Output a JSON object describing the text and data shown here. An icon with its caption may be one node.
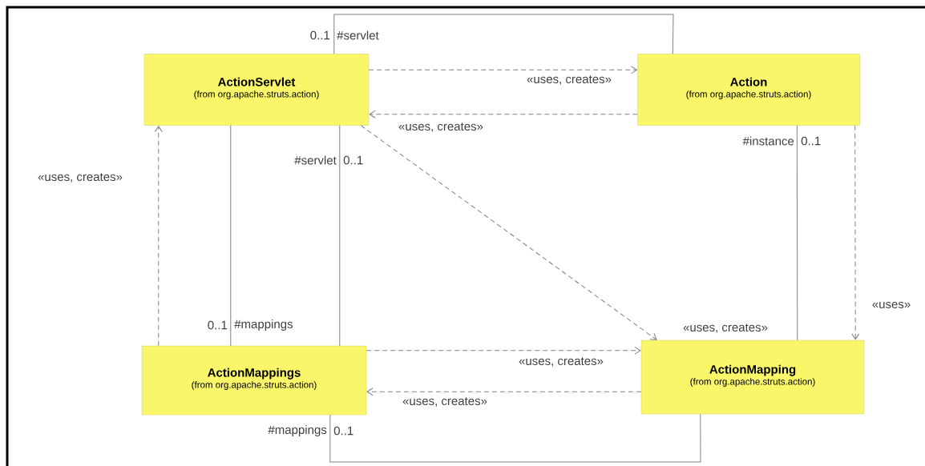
{
  "diagram": {
    "nodes": [
      {
        "text": [
          "ActionServlet",
          "(from org.apache.struts.action)"
        ]
      },
      {
        "text": [
          "Action",
          "(from org.apache.struts.action)"
        ]
      },
      {
        "text": [
          "ActionMappings",
          "(from org.apache.struts.action)"
        ]
      },
      {
        "text": [
          "ActionMapping",
          "(from org.apache.struts.action)"
        ]
      }
    ],
    "edges": [
      {
        "from": 0,
        "to": 1,
        "arrow": "to",
        "style": "dashed",
        "label": "«uses, creates»"
      },
      {
        "from": 1,
        "to": 0,
        "arrow": "to",
        "style": "dashed",
        "label": "«uses, creates»"
      },
      {
        "from": 2,
        "to": 0,
        "arrow": "to",
        "style": "dashed",
        "label": "«uses, creates»"
      },
      {
        "from": 0,
        "to": 3,
        "arrow": "to",
        "style": "dashed",
        "label": "«uses, creates»"
      },
      {
        "from": 1,
        "to": 3,
        "arrow": "to",
        "style": "dashed",
        "label": "«uses»"
      },
      {
        "from": 2,
        "to": 3,
        "arrow": "to",
        "style": "dashed",
        "label": "«uses, creates»"
      },
      {
        "from": 3,
        "to": 2,
        "arrow": "to",
        "style": "dashed",
        "label": "«uses, creates»"
      },
      {
        "from": 0,
        "to": 1,
        "arrow": "none"
      },
      {
        "from": 0,
        "to": 2,
        "arrow": "none"
      },
      {
        "from": 0,
        "to": 2,
        "arrow": "none"
      },
      {
        "from": 1,
        "to": 3,
        "arrow": "none"
      },
      {
        "from": 2,
        "to": 3,
        "arrow": "none"
      }
    ],
    "labels": [
      "0..1",
      "#servlet",
      "#servlet",
      "0..1",
      "#instance",
      "0..1",
      "0..1",
      "#mappings",
      "#mappings",
      "0..1"
    ]
  }
}
